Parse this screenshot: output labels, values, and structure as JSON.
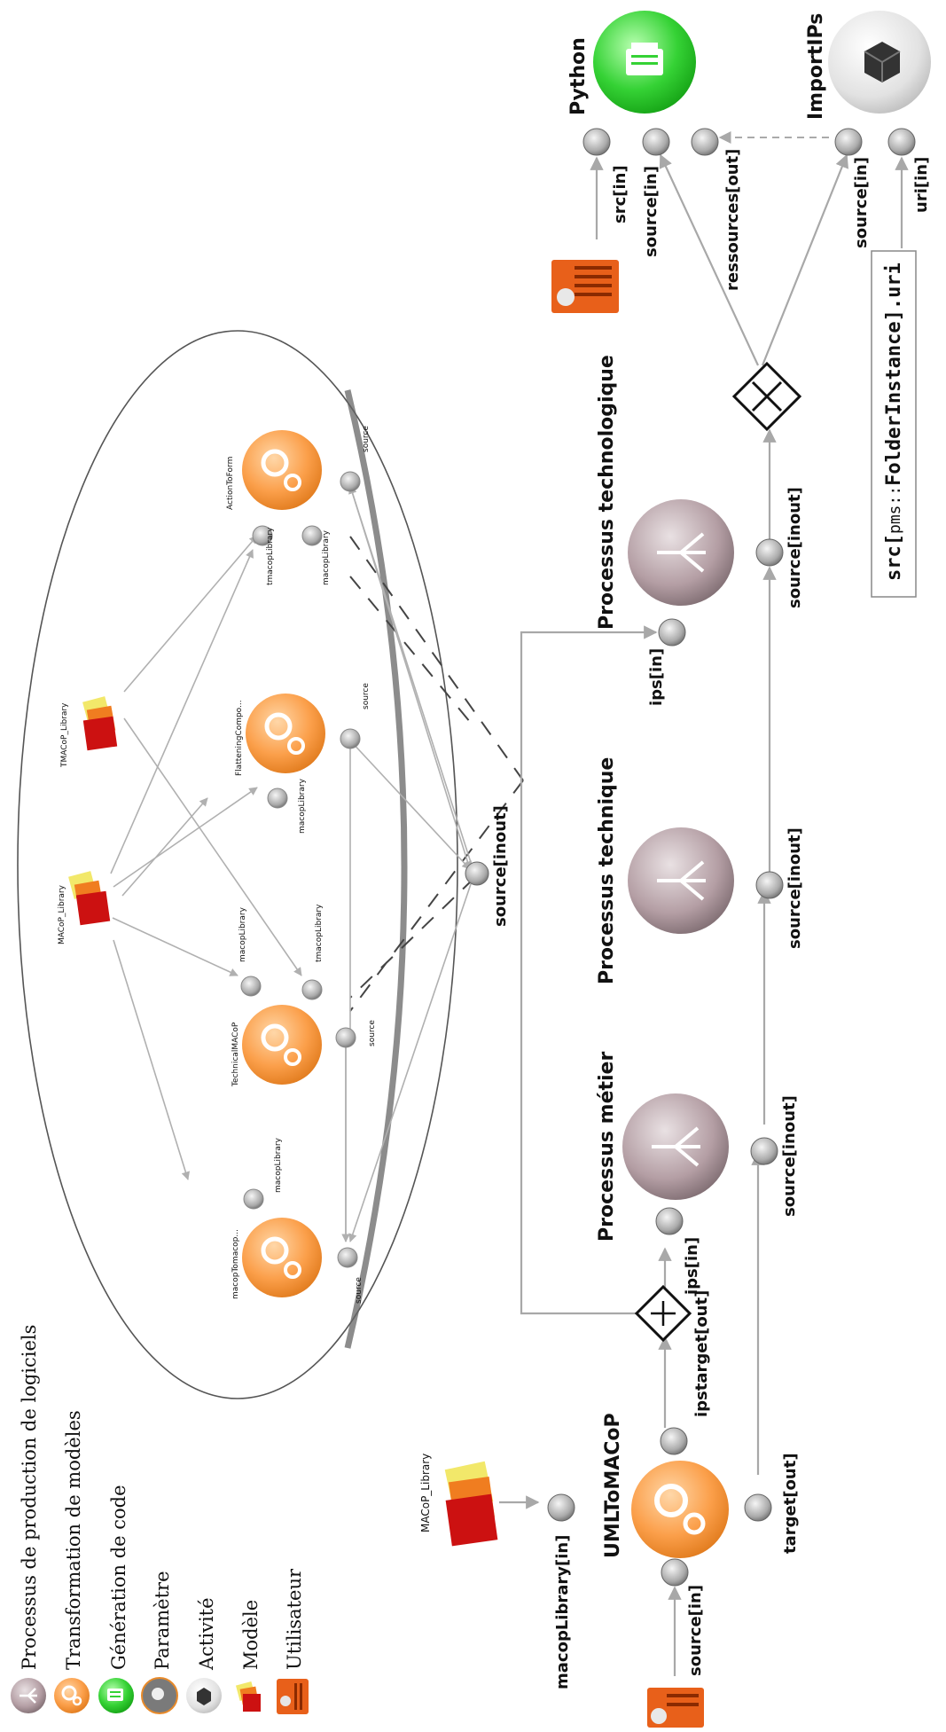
{
  "legend": {
    "items": [
      "Processus de production de logiciels",
      "Transformation de modèles",
      "Génération de code",
      "Paramètre",
      "Activité",
      "Modèle",
      "Utilisateur"
    ]
  },
  "main": {
    "umltomacop": "UMLToMACoP",
    "processus_metier": "Processus métier",
    "processus_technique": "Processus technique",
    "processus_technologique": "Processus technologique",
    "python": "Python",
    "importips": "ImportIPs",
    "macop_library": "MACoP_Library",
    "path_src": "src[",
    "path_ns": "pms::",
    "path_rest": "FolderInstance].uri"
  },
  "ports": {
    "source_in": "source[in]",
    "macoplibrary_in": "macopLibrary[in]",
    "target_out": "target[out]",
    "ipstarget_out": "ipstarget[out]",
    "ips_in": "ips[in]",
    "source_inout": "source[inout]",
    "src_in": "src[in]",
    "ressources_out": "ressources[out]",
    "uri_in": "uri[in]"
  },
  "zoom": {
    "nodes": [
      "macopTomacop...",
      "TechnicalMACoP",
      "FlatteningCompo...",
      "ActionToForm"
    ],
    "macop_library": "MACoP_Library",
    "tmacop_library": "TMACoP_Library",
    "port_macop": "macopLibrary",
    "port_tmacop": "tmacopLibrary",
    "port_source": "source",
    "source_inout": "source[inout]"
  }
}
